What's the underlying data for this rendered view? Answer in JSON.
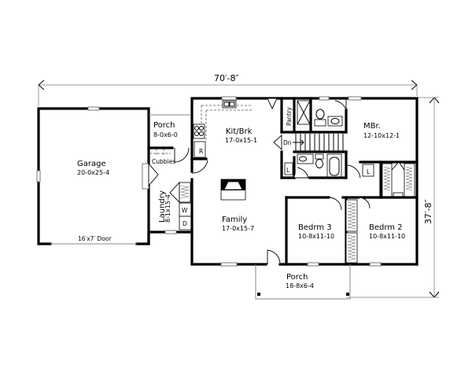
{
  "plan": {
    "overall_width": "70′-8″",
    "overall_depth": "37′-8″"
  },
  "rooms": {
    "garage": {
      "name": "Garage",
      "dims": "20-0x25-4",
      "door": "16′x7′ Door"
    },
    "porch_side": {
      "name": "Porch",
      "dims": "8-0x6-0"
    },
    "cubbies": {
      "name": "Cubbies"
    },
    "laundry": {
      "name": "Laundry",
      "dims": "8-1x15-4",
      "washer": "W",
      "dryer": "D"
    },
    "kitchen": {
      "name": "Kit/Brk",
      "dims": "17-0x15-1",
      "refrigerator": "R"
    },
    "pantry": {
      "name": "Pantry"
    },
    "stairs": {
      "label": "Dn"
    },
    "family": {
      "name": "Family",
      "dims": "17-0x15-7"
    },
    "master": {
      "name": "MBr.",
      "dims": "12-10x12-1"
    },
    "bedroom3": {
      "name": "Bedrm 3",
      "dims": "10-8x11-10"
    },
    "bedroom2": {
      "name": "Bedrm 2",
      "dims": "10-8x11-10"
    },
    "porch_front": {
      "name": "Porch",
      "dims": "18-8x6-4"
    },
    "linen1": {
      "label": "L"
    },
    "linen2": {
      "label": "L"
    }
  }
}
